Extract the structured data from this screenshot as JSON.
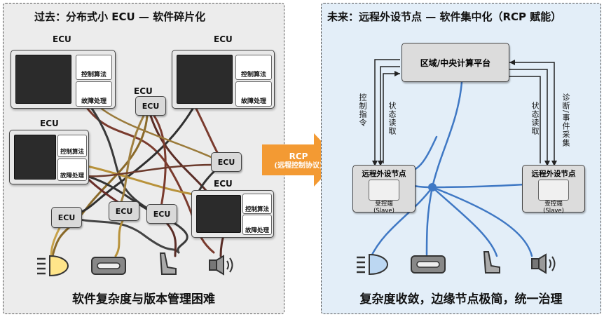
{
  "left": {
    "title": "过去：分布式小 ECU — 软件碎片化",
    "footer": "软件复杂度与版本管理困难",
    "ecu_label": "ECU",
    "func_algo": "控制算法",
    "func_fault": "故障处理"
  },
  "arrow": {
    "line1": "RCP",
    "line2": "(远程控制协议)",
    "color": "#f39a33"
  },
  "right": {
    "title": "未来：远程外设节点 — 软件集中化（RCP 赋能）",
    "footer": "复杂度收敛，边缘节点极简，统一治理",
    "center": "区域/中央计算平台",
    "node_title": "远程外设节点",
    "slave_line1": "受控端",
    "slave_line2": "(Slave)",
    "ctrl_cmd": "控制指令",
    "state_read": "状态读取",
    "diag": "诊断/事件采集"
  },
  "colors": {
    "wire_blue": "#3f78c4",
    "left_bg": "#ececec",
    "right_bg": "#e3eef8"
  },
  "icons": [
    "headlight-icon",
    "door-handle-icon",
    "seat-icon",
    "speaker-icon"
  ]
}
